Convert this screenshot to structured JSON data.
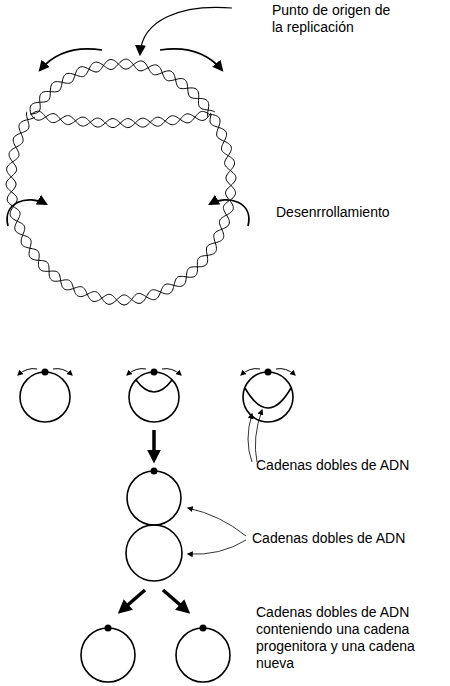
{
  "diagram": {
    "labels": [
      "Punto de origen de la replicación",
      "Desenrrollamiento",
      "Cadenas dobles de ADN",
      "Cadenas dobles de ADN",
      "Cadenas dobles de ADN conteniendo una cadena progenitora y una cadena nueva"
    ]
  }
}
